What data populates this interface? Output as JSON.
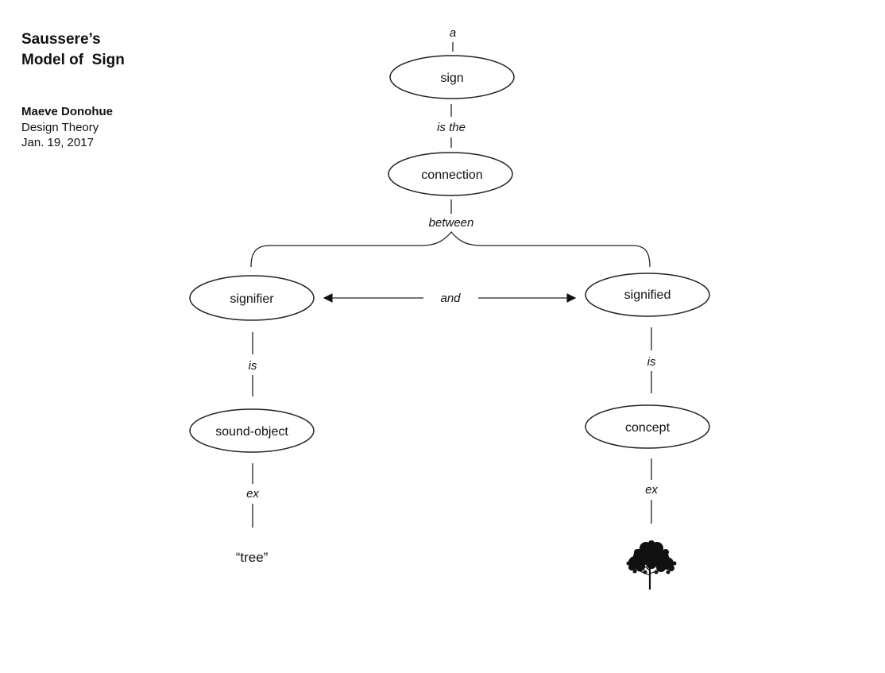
{
  "header": {
    "title_line1": "Saussere’s",
    "title_line2": "Model of  Sign",
    "author": "Maeve Donohue",
    "course": "Design Theory",
    "date": "Jan. 19, 2017"
  },
  "nodes": {
    "sign": "sign",
    "connection": "connection",
    "signifier": "signifier",
    "signified": "signified",
    "sound_object": "sound-object",
    "concept": "concept"
  },
  "connectors": {
    "a": "a",
    "is_the": "is the",
    "between": "between",
    "and": "and",
    "is_left": "is",
    "is_right": "is",
    "ex_left": "ex",
    "ex_right": "ex"
  },
  "examples": {
    "word": "“tree”",
    "image": "tree-icon"
  }
}
